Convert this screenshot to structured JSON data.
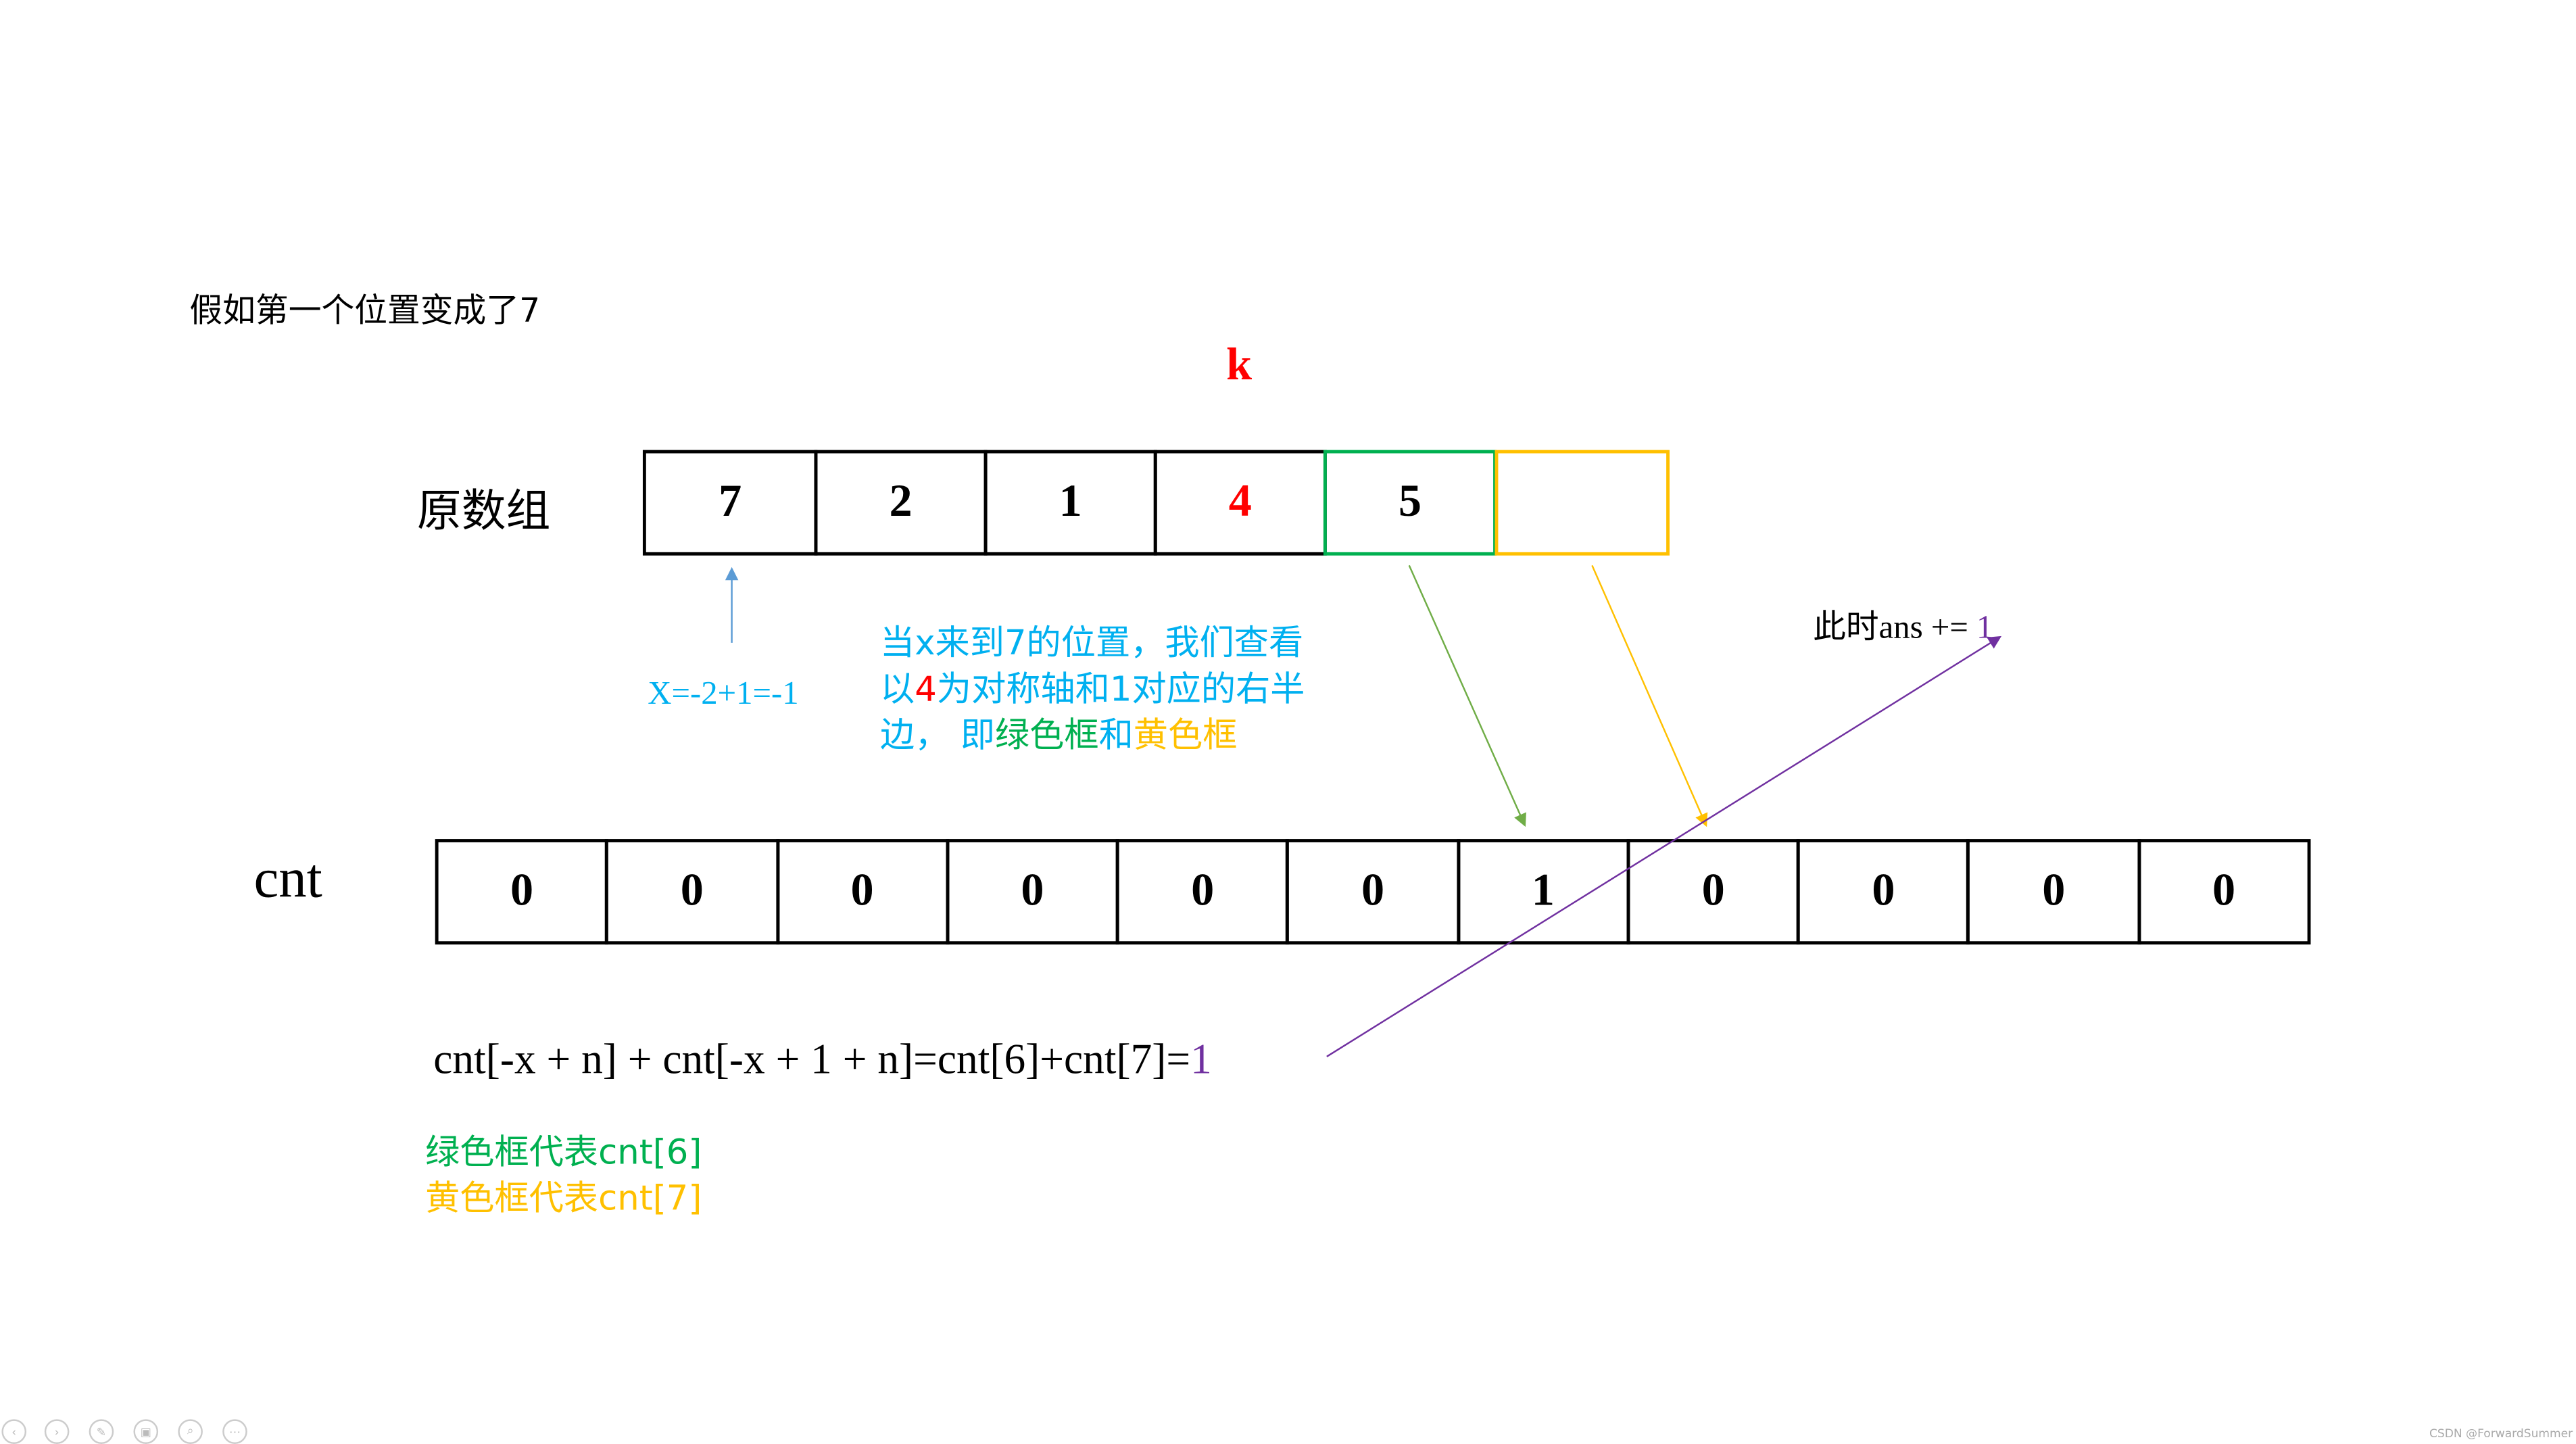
{
  "title": "假如第一个位置变成了7",
  "k_label": "k",
  "array_label": "原数组",
  "array": [
    "7",
    "2",
    "1",
    "4",
    "5",
    ""
  ],
  "x_formula": "X=-2+1=-1",
  "explain": {
    "line1": "当x来到7的位置，我们查看",
    "line2_a": "以",
    "line2_b": "4",
    "line2_c": "为对称轴和1对应的右半",
    "line3_a": "边， 即",
    "line3_b": "绿色框",
    "line3_c": "和",
    "line3_d": "黄色框"
  },
  "ans": {
    "text": "此时ans += ",
    "value": "1"
  },
  "cnt_label": "cnt",
  "cnt": [
    "0",
    "0",
    "0",
    "0",
    "0",
    "0",
    "1",
    "0",
    "0",
    "0",
    "0"
  ],
  "formula": {
    "text": "cnt[-x + n] + cnt[-x + 1 + n]=cnt[6]+cnt[7]=",
    "value": "1"
  },
  "legend": {
    "green": "绿色框代表cnt[6]",
    "yellow": "黄色框代表cnt[7]"
  },
  "watermark": "CSDN @ForwardSummer",
  "colors": {
    "blue": "#00b0f0",
    "red": "#ff0000",
    "green": "#00b050",
    "yellow": "#ffc000",
    "purple": "#7030a0"
  },
  "controls": [
    "prev-icon",
    "next-icon",
    "pen-icon",
    "slides-icon",
    "zoom-icon",
    "more-icon"
  ]
}
